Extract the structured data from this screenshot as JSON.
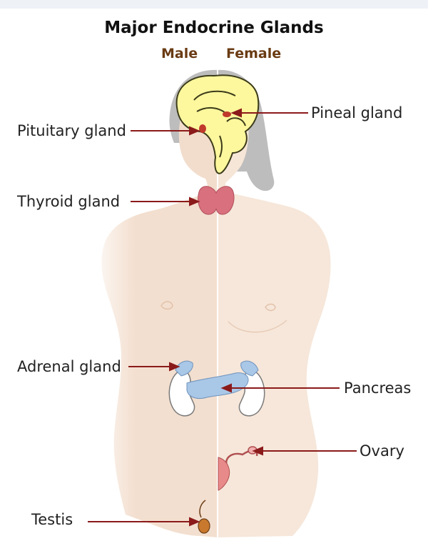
{
  "diagram": {
    "title": "Major Endocrine Glands",
    "sides": {
      "male": "Male",
      "female": "Female"
    },
    "labels": {
      "pituitary": "Pituitary gland",
      "pineal": "Pineal gland",
      "thyroid": "Thyroid gland",
      "adrenal": "Adrenal gland",
      "pancreas": "Pancreas",
      "ovary": "Ovary",
      "testis": "Testis"
    },
    "colors": {
      "male_skin": "#f2ddcc",
      "female_skin": "#f6e6d8",
      "hair": "#bdbdbd",
      "brain": "#fdf79d",
      "thyroid": "#d9707d",
      "adrenal": "#a9c7e6",
      "kidney": "#ffffff",
      "gonad": "#c9792d",
      "ovary": "#e98a8a",
      "leader": "#8b1a1a"
    }
  }
}
